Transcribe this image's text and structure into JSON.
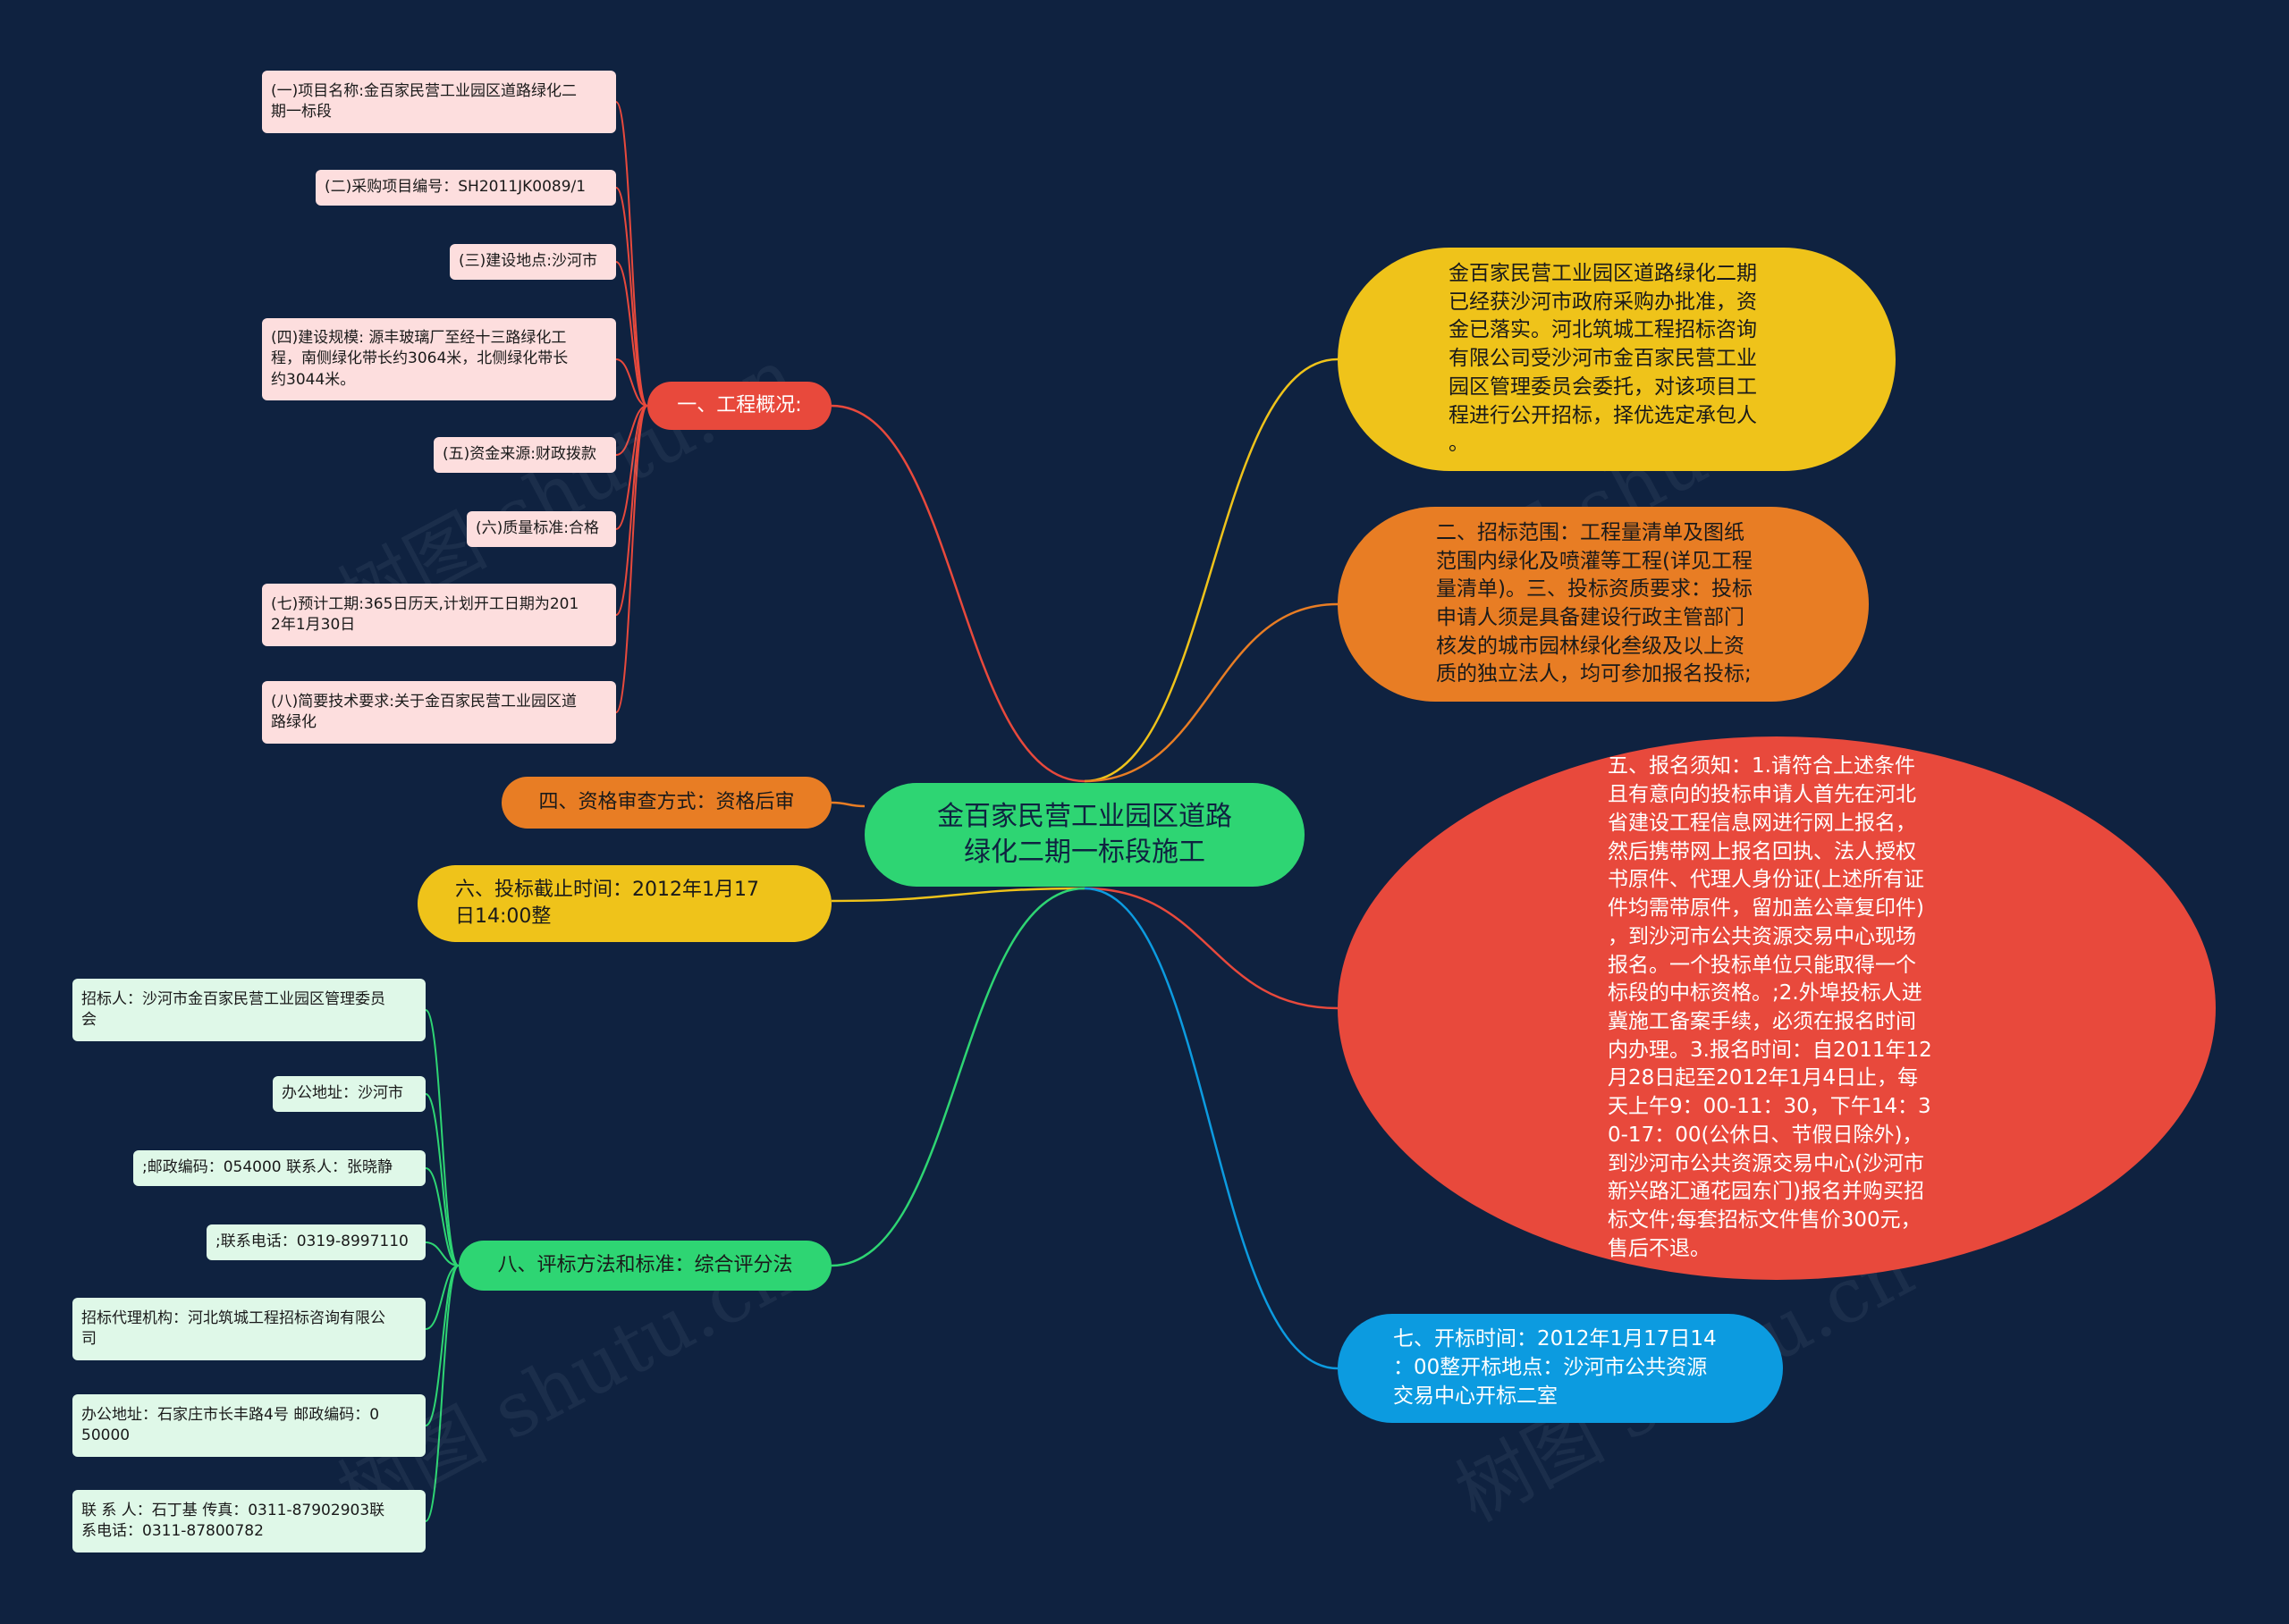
{
  "root": {
    "label": "金百家民营工业园区道路\n绿化二期一标段施工"
  },
  "branches": {
    "overview": {
      "label": "一、工程概况:"
    },
    "qualification_review": {
      "label": "四、资格审查方式：资格后审"
    },
    "deadline": {
      "label": "六、投标截止时间：2012年1月17\n日14:00整"
    },
    "evaluation": {
      "label": "八、评标方法和标准：综合评分法"
    },
    "intro": {
      "label": "金百家民营工业园区道路绿化二期\n已经获沙河市政府采购办批准，资\n金已落实。河北筑城工程招标咨询\n有限公司受沙河市金百家民营工业\n园区管理委员会委托，对该项目工\n程进行公开招标，择优选定承包人\n。"
    },
    "scope": {
      "label": "二、招标范围：工程量清单及图纸\n范围内绿化及喷灌等工程(详见工程\n量清单)。三、投标资质要求：投标\n申请人须是具备建设行政主管部门\n核发的城市园林绿化叁级及以上资\n质的独立法人，均可参加报名投标;"
    },
    "registration": {
      "label": "五、报名须知：1.请符合上述条件\n且有意向的投标申请人首先在河北\n省建设工程信息网进行网上报名，\n然后携带网上报名回执、法人授权\n书原件、代理人身份证(上述所有证\n件均需带原件，留加盖公章复印件)\n，到沙河市公共资源交易中心现场\n报名。一个投标单位只能取得一个\n标段的中标资格。;2.外埠投标人进\n冀施工备案手续，必须在报名时间\n内办理。3.报名时间：自2011年12\n月28日起至2012年1月4日止，每\n天上午9：00-11：30，下午14：3\n0-17：00(公休日、节假日除外)，\n到沙河市公共资源交易中心(沙河市\n新兴路汇通花园东门)报名并购买招\n标文件;每套招标文件售价300元，\n售后不退。"
    },
    "opening": {
      "label": "七、开标时间：2012年1月17日14\n：00整开标地点：沙河市公共资源\n交易中心开标二室"
    }
  },
  "overview_items": [
    {
      "label": "(一)项目名称:金百家民营工业园区道路绿化二\n期一标段"
    },
    {
      "label": "(二)采购项目编号：SH2011JK0089/1"
    },
    {
      "label": "(三)建设地点:沙河市"
    },
    {
      "label": "(四)建设规模: 源丰玻璃厂至经十三路绿化工\n程，南侧绿化带长约3064米，北侧绿化带长\n约3044米。"
    },
    {
      "label": "(五)资金来源:财政拨款"
    },
    {
      "label": "(六)质量标准:合格"
    },
    {
      "label": "(七)预计工期:365日历天,计划开工日期为201\n2年1月30日"
    },
    {
      "label": "(八)简要技术要求:关于金百家民营工业园区道\n路绿化"
    }
  ],
  "evaluation_items": [
    {
      "label": "招标人：沙河市金百家民营工业园区管理委员\n会"
    },
    {
      "label": "办公地址：沙河市"
    },
    {
      "label": ";邮政编码：054000 联系人：张晓静"
    },
    {
      "label": ";联系电话：0319-8997110"
    },
    {
      "label": "招标代理机构：河北筑城工程招标咨询有限公\n司"
    },
    {
      "label": "办公地址：石家庄市长丰路4号 邮政编码：0\n50000"
    },
    {
      "label": "联 系 人：石丁基 传真：0311-87902903联\n系电话：0311-87800782"
    }
  ],
  "watermark": "树图 shutu.cn",
  "colors": {
    "background": "#0f2240",
    "red": "#e8493c",
    "orange": "#e87d24",
    "yellow": "#efc31a",
    "green": "#2ed573",
    "blue": "#0c9be0",
    "pink_leaf": "#fddede",
    "green_leaf": "#dff8e8"
  }
}
